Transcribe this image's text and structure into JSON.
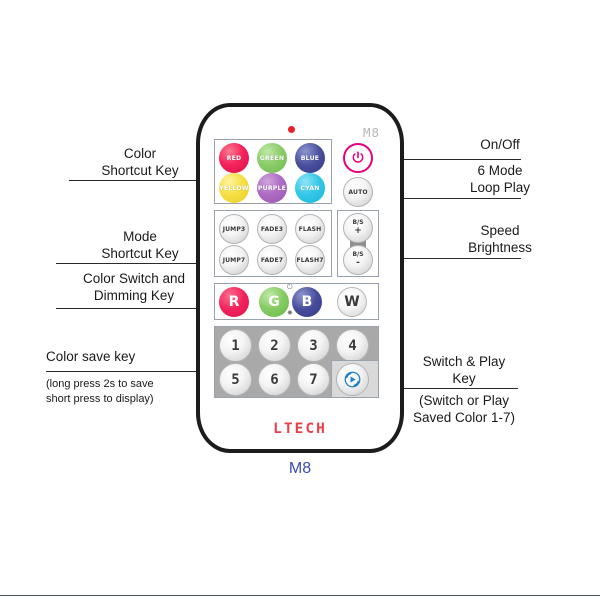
{
  "document": {
    "product_model_top": "M8",
    "product_model_bottom": "M8",
    "brand": "LTECH"
  },
  "callouts": {
    "left": [
      {
        "id": "color-shortcut",
        "label": "Color\nShortcut Key"
      },
      {
        "id": "mode-shortcut",
        "label": "Mode\nShortcut Key"
      },
      {
        "id": "color-switch-dimming",
        "label": "Color Switch and\nDimming Key"
      },
      {
        "id": "color-save",
        "label": "Color save key",
        "sub": "(long press 2s to save\nshort press to display)"
      }
    ],
    "right": [
      {
        "id": "on-off",
        "label": "On/Off"
      },
      {
        "id": "six-mode-loop",
        "label": "6 Mode\nLoop Play"
      },
      {
        "id": "speed-brightness",
        "label": "Speed\nBrightness"
      },
      {
        "id": "switch-play",
        "label": "Switch & Play\nKey",
        "sub": "(Switch or Play\nSaved Color 1-7)"
      }
    ]
  },
  "remote": {
    "indicator_led": {
      "name": "led-indicator",
      "color": "#e8202a"
    },
    "color_shortcut_keys": [
      {
        "label": "RED",
        "color": "#f4245c"
      },
      {
        "label": "GREEN",
        "color": "#8ccd6c"
      },
      {
        "label": "BLUE",
        "color": "#4a4f9e"
      },
      {
        "label": "YELLOW",
        "color": "#f5e046"
      },
      {
        "label": "PURPLE",
        "color": "#ae6cc4"
      },
      {
        "label": "CYAN",
        "color": "#35c8e8"
      }
    ],
    "power_key": {
      "label": "",
      "icon": "power-icon",
      "accent": "#e6007e"
    },
    "auto_key": {
      "label": "AUTO"
    },
    "mode_shortcut_keys": [
      {
        "label": "JUMP3"
      },
      {
        "label": "FADE3"
      },
      {
        "label": "FLASH"
      },
      {
        "label": "JUMP7"
      },
      {
        "label": "FADE7"
      },
      {
        "label": "FLASH7"
      }
    ],
    "speed_brightness_keys": [
      {
        "label": "B/S",
        "sign": "+"
      },
      {
        "label": "B/S",
        "sign": "-"
      }
    ],
    "rgbw_keys": [
      {
        "label": "R",
        "color": "#f2245e"
      },
      {
        "label": "G",
        "color": "#85cb63"
      },
      {
        "label": "B",
        "color": "#474d9c"
      },
      {
        "label": "W",
        "color": "#f0f0f0"
      }
    ],
    "dim_marks": {
      "bright": "⏻",
      "dim": "✸"
    },
    "memory_keys": [
      {
        "label": "1"
      },
      {
        "label": "2"
      },
      {
        "label": "3"
      },
      {
        "label": "4"
      },
      {
        "label": "5"
      },
      {
        "label": "6"
      },
      {
        "label": "7"
      }
    ],
    "switch_play_key": {
      "icon": "play-refresh-icon",
      "color": "#1f7fc4"
    }
  }
}
